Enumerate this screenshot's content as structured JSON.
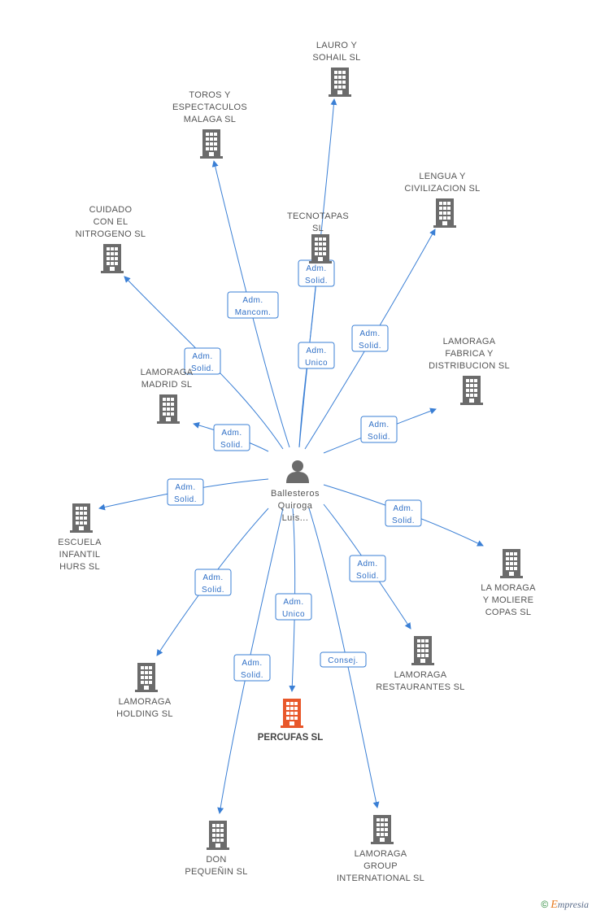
{
  "person": {
    "name_lines": [
      "Ballesteros",
      "Quiroga",
      "Luis..."
    ],
    "icon": "person-icon",
    "icon_color": "#6b6b6b"
  },
  "colors": {
    "company_icon": "#6b6b6b",
    "focus_icon": "#e8572a",
    "edge": "#3a7fd5"
  },
  "companies": [
    {
      "id": "lauro",
      "lines": [
        "LAURO Y",
        "SOHAIL SL"
      ],
      "role": []
    },
    {
      "id": "toros",
      "lines": [
        "TOROS Y",
        "ESPECTACULOS",
        "MALAGA  SL"
      ],
      "role": [
        "Adm.",
        "Mancom."
      ]
    },
    {
      "id": "lengua",
      "lines": [
        "LENGUA Y",
        "CIVILIZACION SL"
      ],
      "role": [
        "Adm.",
        "Solid."
      ]
    },
    {
      "id": "tecnotapas",
      "lines": [
        "TECNOTAPAS",
        "SL"
      ],
      "role": [
        "Adm.",
        "Solid."
      ]
    },
    {
      "id": "cuidado",
      "lines": [
        "CUIDADO",
        "CON EL",
        "NITROGENO SL"
      ],
      "role": [
        "Adm.",
        "Solid."
      ]
    },
    {
      "id": "lamoraga_fabrica",
      "lines": [
        "LAMORAGA",
        "FABRICA Y",
        "DISTRIBUCION SL"
      ],
      "role": [
        "Adm.",
        "Solid."
      ]
    },
    {
      "id": "lamoraga_madrid",
      "lines": [
        "LAMORAGA",
        "MADRID SL"
      ],
      "role": [
        "Adm.",
        "Solid."
      ]
    },
    {
      "id": "escuela",
      "lines": [
        "ESCUELA",
        "INFANTIL",
        "HURS SL"
      ],
      "role": [
        "Adm.",
        "Solid."
      ]
    },
    {
      "id": "la_moraga_moliere",
      "lines": [
        "LA MORAGA",
        "Y MOLIERE",
        "COPAS SL"
      ],
      "role": [
        "Adm.",
        "Solid."
      ]
    },
    {
      "id": "lamoraga_restaurantes",
      "lines": [
        "LAMORAGA",
        "RESTAURANTES SL"
      ],
      "role": [
        "Adm.",
        "Solid."
      ]
    },
    {
      "id": "lamoraga_holding",
      "lines": [
        "LAMORAGA",
        "HOLDING SL"
      ],
      "role": [
        "Adm.",
        "Solid."
      ]
    },
    {
      "id": "percufas",
      "lines": [
        "PERCUFAS SL"
      ],
      "role": [
        "Adm.",
        "Unico"
      ],
      "focus": true
    },
    {
      "id": "don_pequenin",
      "lines": [
        "DON",
        "PEQUEÑIN SL"
      ],
      "role": [
        "Adm.",
        "Solid."
      ]
    },
    {
      "id": "lamoraga_group",
      "lines": [
        "LAMORAGA",
        "GROUP",
        "INTERNATIONAL SL"
      ],
      "role": [
        "Consej."
      ]
    }
  ],
  "lauro_role": [
    "Adm.",
    "Unico"
  ],
  "brand": {
    "copyright": "©",
    "first_letter": "E",
    "rest": "mpresia"
  }
}
